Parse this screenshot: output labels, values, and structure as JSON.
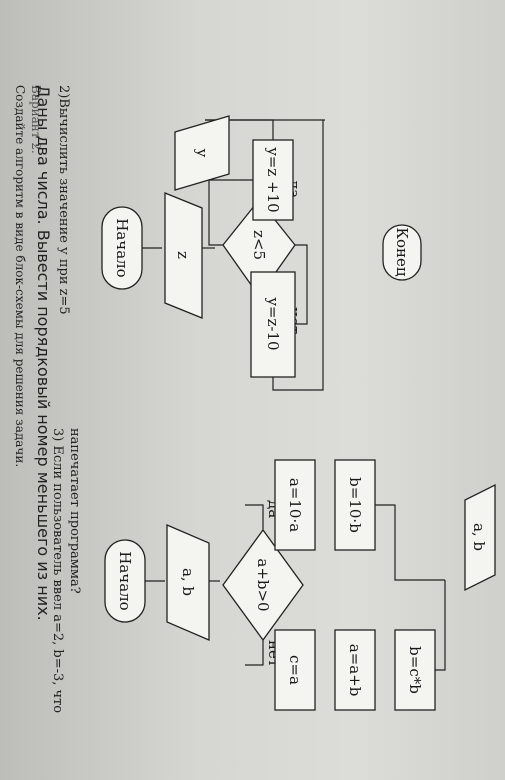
{
  "header": {
    "variant": "Вариант 2.",
    "task_line": "Создайте алгоритм в виде блок-схемы для решения задачи.",
    "problem_1": "Даны два числа. Вывести порядковый номер меньшего из них.",
    "problem_2": "2)Вычислить значение у при z=5",
    "problem_3_line1": "3) Если пользователь ввел a=2, b=-3, что",
    "problem_3_line2": "напечатает программа?"
  },
  "flowchart_left": {
    "start": "Начало",
    "input": "z",
    "decision": "z<5",
    "yes": "да",
    "no": "нет",
    "yes_action": "y=z +10",
    "no_action": "y=z-10",
    "output": "y",
    "end": "Конец"
  },
  "flowchart_right": {
    "start": "Начало",
    "input": "a, b",
    "decision": "a+b>0",
    "yes": "да",
    "no": "нет",
    "yes_action_1": "a=10·a",
    "yes_action_2": "b=10·b",
    "no_action_1": "c=a",
    "no_action_2": "a=a+b",
    "no_action_3": "b=c*b",
    "output": "a, b"
  }
}
